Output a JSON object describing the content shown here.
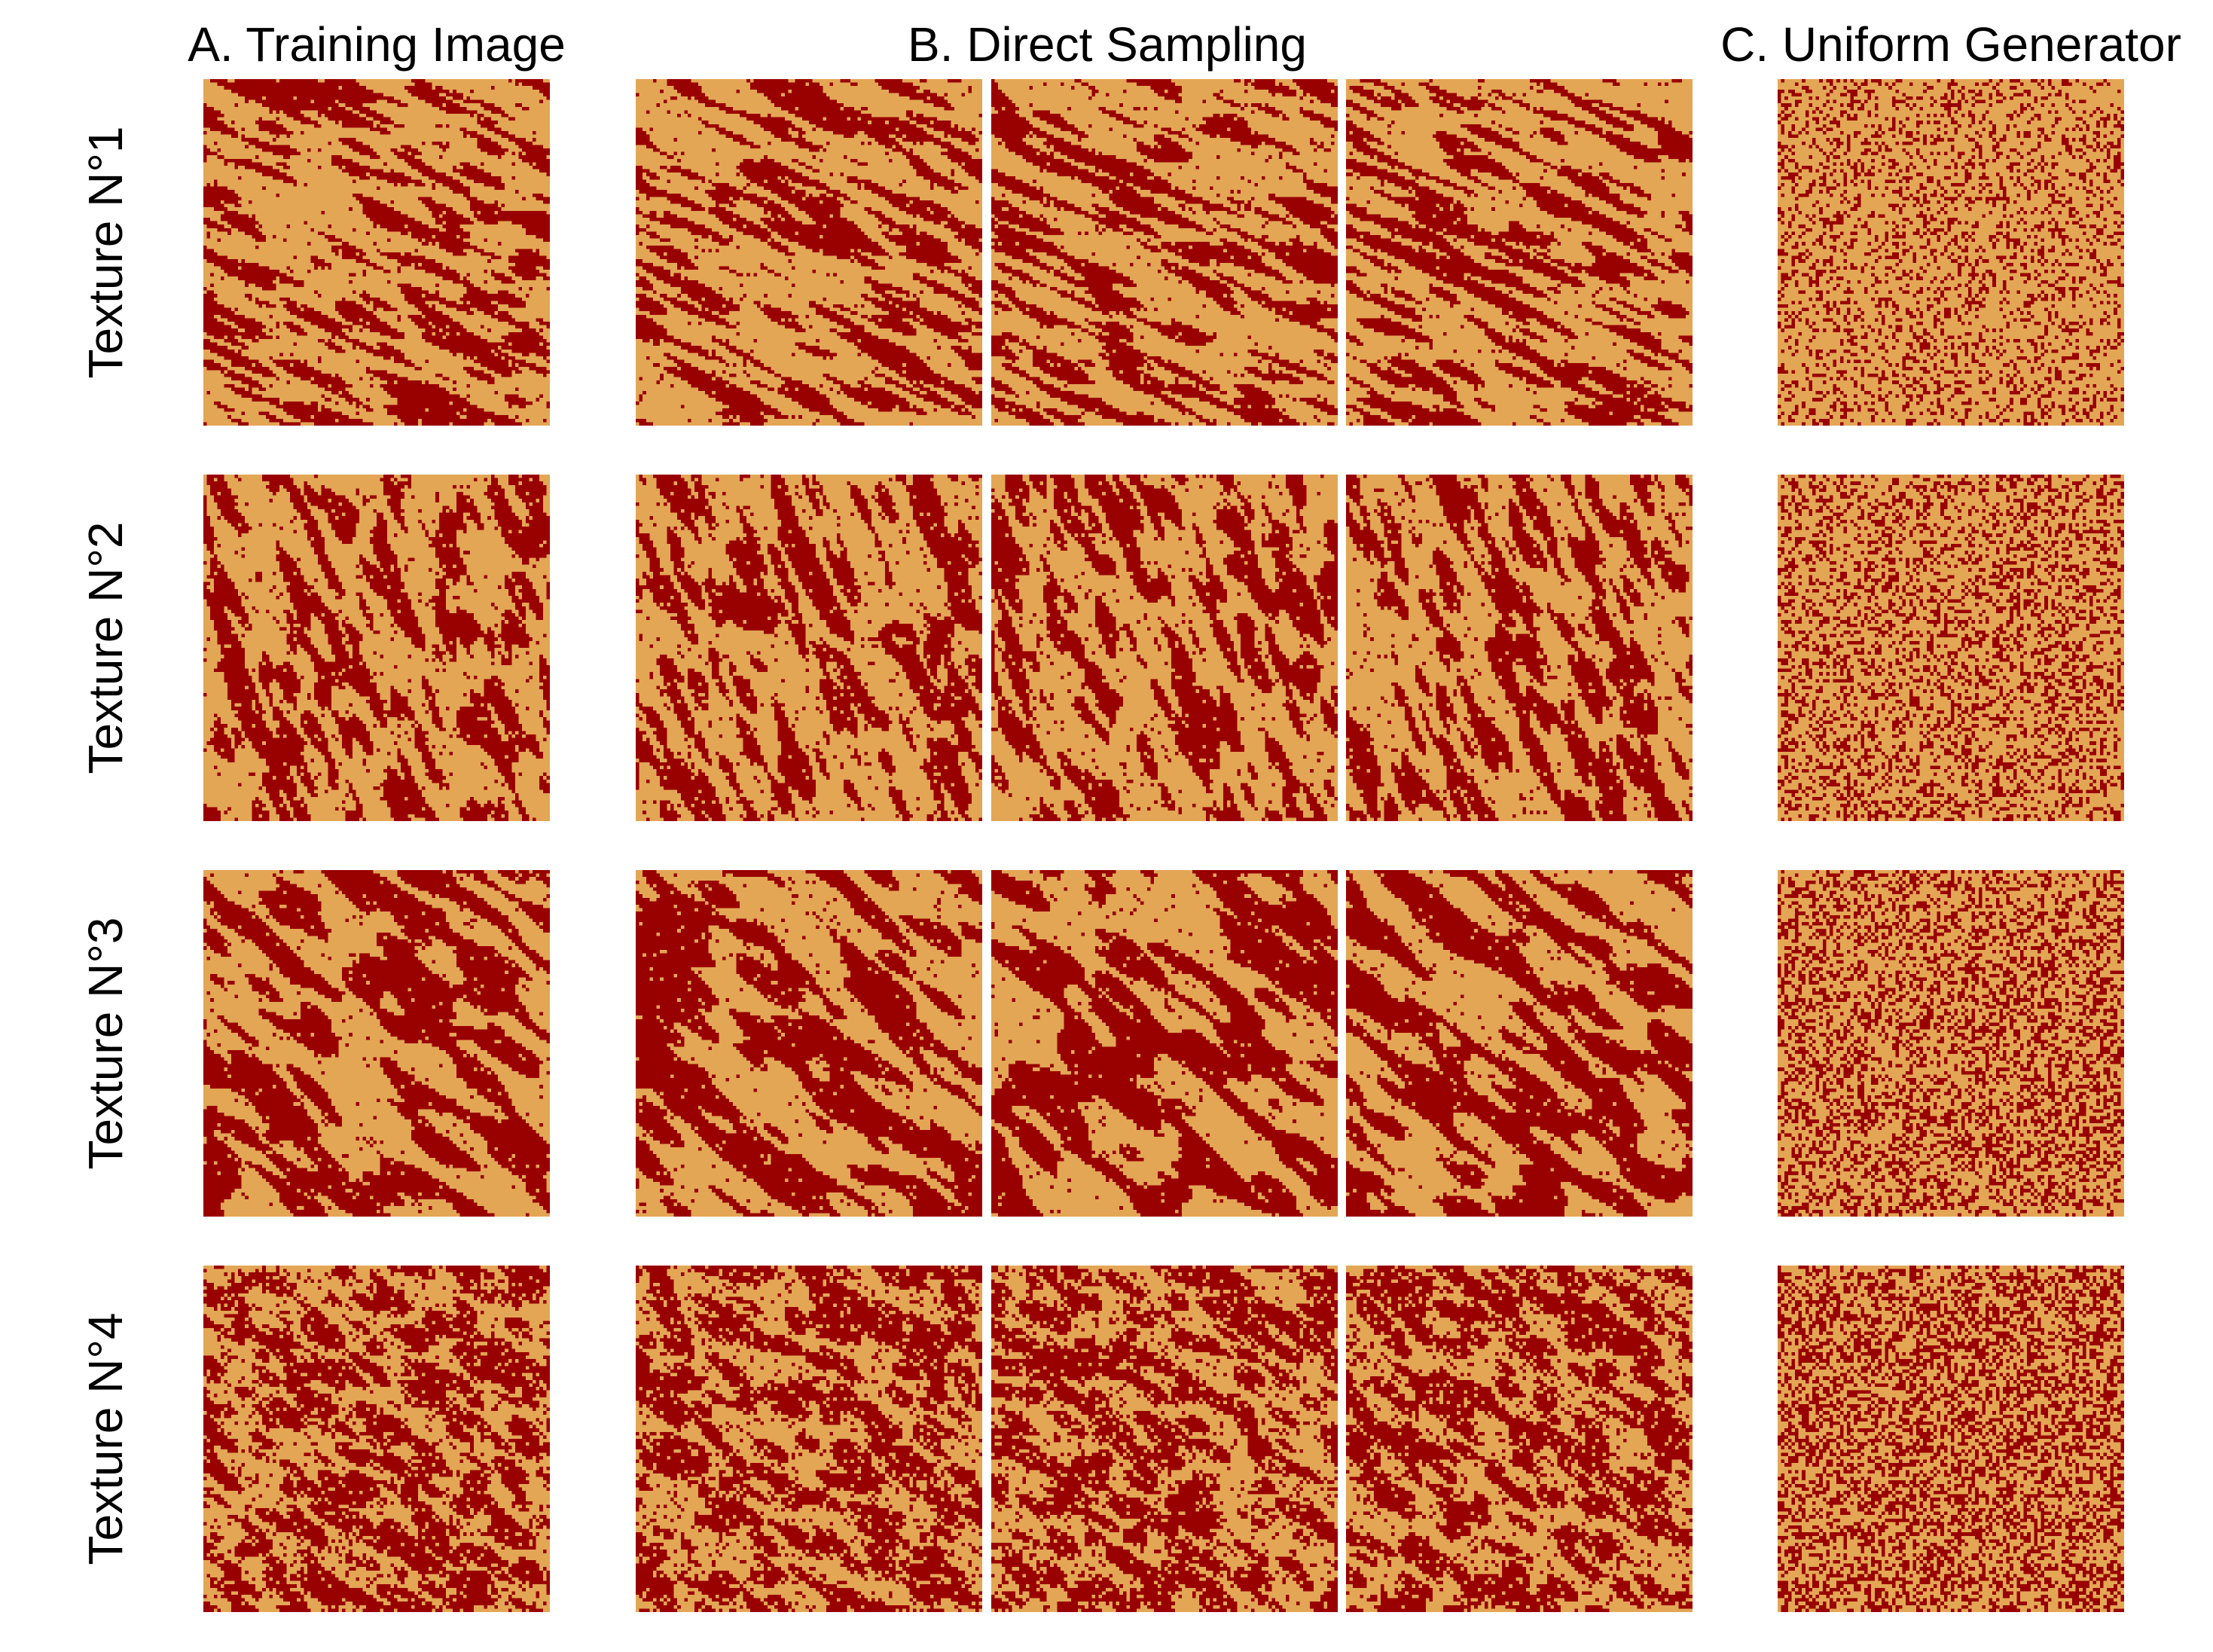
{
  "figure": {
    "column_headers": [
      "A. Training Image",
      "B. Direct Sampling",
      "C. Uniform Generator"
    ],
    "row_labels": [
      "Texture N°1",
      "Texture N°2",
      "Texture N°3",
      "Texture N°4"
    ],
    "colors": {
      "background_phase": "#e3a655",
      "foreground_phase": "#990000"
    }
  }
}
